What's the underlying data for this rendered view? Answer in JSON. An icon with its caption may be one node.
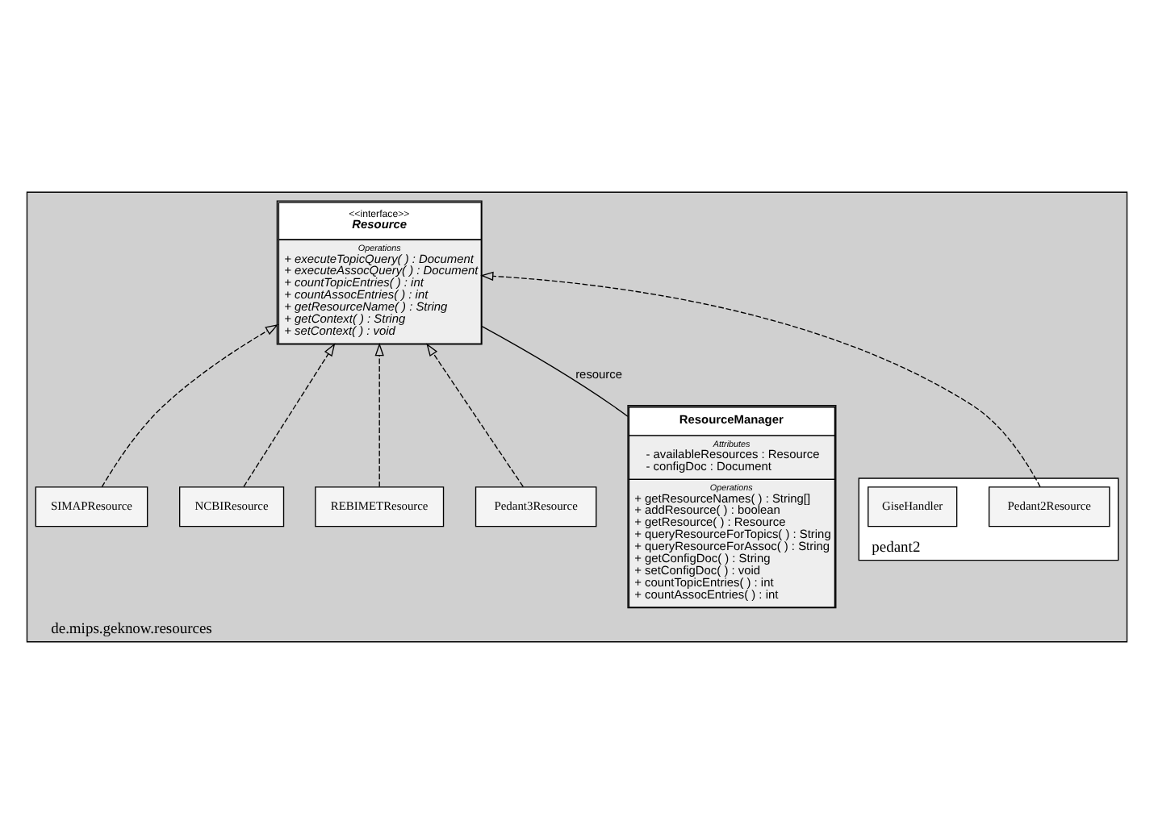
{
  "diagram": {
    "nodes": [
      {
        "text": [
          "de.mips.geknow.resources"
        ]
      },
      {
        "text": [
          "<<interface>>",
          "Resource",
          "Operations",
          "+ executeTopicQuery( ) : Document",
          "+ executeAssocQuery( ) : Document",
          "+ countTopicEntries( ) : int",
          "+ countAssocEntries( ) : int",
          "+ getResourceName( ) : String",
          "+ getContext( ) : String",
          "+ setContext( ) : void"
        ],
        "in": 0
      },
      {
        "text": [
          "ResourceManager",
          "Attributes",
          "- availableResources : Resource",
          "- configDoc : Document",
          "Operations",
          "+ getResourceNames( ) : String[]",
          "+ addResource( ) : boolean",
          "+ getResource( ) : Resource",
          "+ queryResourceForTopics( ) : String",
          "+ queryResourceForAssoc( ) : String",
          "+ getConfigDoc( ) : String",
          "+ setConfigDoc( ) : void",
          "+ countTopicEntries( ) : int",
          "+ countAssocEntries( ) : int"
        ],
        "in": 0
      },
      {
        "text": [
          "Pedant3Resource"
        ],
        "in": 0
      },
      {
        "text": [
          "REBIMETResource"
        ],
        "in": 0
      },
      {
        "text": [
          "pedant2"
        ],
        "in": 0
      },
      {
        "text": [
          "Pedant2Resource"
        ],
        "in": 5
      },
      {
        "text": [
          "GiseHandler"
        ],
        "in": 5
      },
      {
        "text": [
          "NCBIResource"
        ],
        "in": 0
      },
      {
        "text": [
          "SIMAPResource"
        ],
        "in": 0
      }
    ],
    "edges": [
      {
        "from": 1,
        "to": 2,
        "arrow": "none",
        "label": "resource"
      },
      {
        "from": 3,
        "to": 1,
        "arrow": "to",
        "style": "dashed"
      },
      {
        "from": 6,
        "to": 1,
        "arrow": "to",
        "style": "dashed"
      },
      {
        "from": 4,
        "to": 1,
        "arrow": "to",
        "style": "dashed"
      },
      {
        "from": 8,
        "to": 1,
        "arrow": "to",
        "style": "dashed"
      },
      {
        "from": 9,
        "to": 1,
        "arrow": "to",
        "style": "dashed"
      }
    ]
  }
}
